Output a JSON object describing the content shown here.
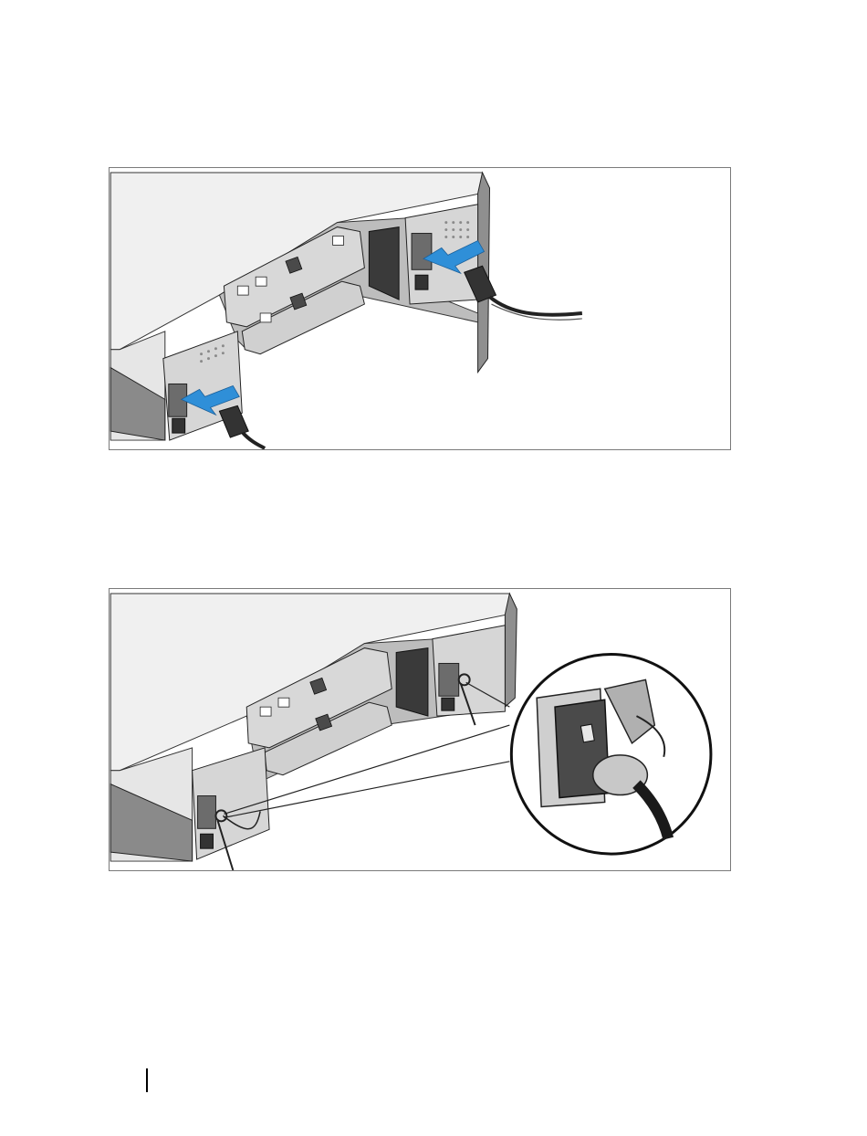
{
  "figures": [
    {
      "id": "figure-connect-power-cables",
      "icon": "power-cable-insert-illustration",
      "arrow_color": "#2f8fd8"
    },
    {
      "id": "figure-secure-power-cables",
      "icon": "cable-strap-detail-illustration"
    }
  ],
  "colors": {
    "chassis_top": "#f2f2f2",
    "chassis_side": "#9a9a9a",
    "panel": "#cfcfcf",
    "dark": "#2b2b2b",
    "arrow": "#2f8fd8"
  }
}
